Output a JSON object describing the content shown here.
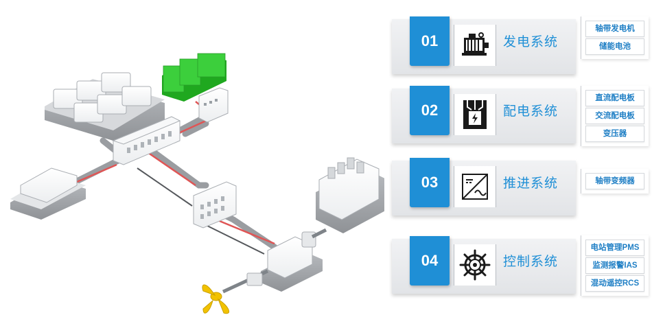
{
  "systems": [
    {
      "number": "01",
      "title": "发电系统",
      "icon": "generator-motor-icon",
      "items": [
        "轴带发电机",
        "储能电池"
      ]
    },
    {
      "number": "02",
      "title": "配电系统",
      "icon": "switchboard-icon",
      "items": [
        "直流配电板",
        "交流配电板",
        "变压器"
      ]
    },
    {
      "number": "03",
      "title": "推进系统",
      "icon": "converter-icon",
      "items": [
        "轴带变频器"
      ]
    },
    {
      "number": "04",
      "title": "控制系统",
      "icon": "ship-wheel-icon",
      "items": [
        "电站管理PMS",
        "监测报警IAS",
        "混动遥控RCS"
      ]
    }
  ],
  "colors": {
    "accent": "#1f8fd6",
    "flow_red": "#e05555",
    "flow_gray": "#8a8d91",
    "battery_green": "#3ccf3c",
    "propeller_yellow": "#f2c200"
  }
}
